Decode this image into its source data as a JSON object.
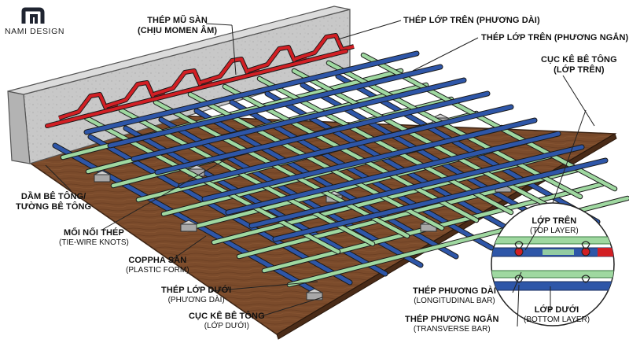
{
  "brand": {
    "name": "NAMI DESIGN",
    "logo_icon": "nami-logo-icon"
  },
  "labels": {
    "steel_cap": {
      "title": "THÉP MŨ SÀN",
      "sub": "(CHỊU MOMEN ÂM)"
    },
    "top_long": {
      "title": "THÉP LỚP TRÊN (PHƯƠNG DÀI)"
    },
    "top_trans": {
      "title": "THÉP LỚP TRÊN (PHƯƠNG NGẮN)"
    },
    "spacer_top": {
      "title": "CỤC KÊ BÊ TÔNG",
      "sub": "(LỚP TRÊN)"
    },
    "beam": {
      "title": "DẦM BÊ TÔNG/",
      "sub": "TƯỜNG BÊ TÔNG"
    },
    "tie": {
      "title": "MỐI NỐI THÉP",
      "sub": "(TIE-WIRE KNOTS)"
    },
    "form": {
      "title": "COPPHA SÀN",
      "sub": "(PLASTIC FORM)"
    },
    "bottom_long": {
      "title": "THÉP LỚP DƯỚI",
      "sub": "(PHƯƠNG DÀI)"
    },
    "spacer_bottom": {
      "title": "CỤC KÊ BÊ TÔNG",
      "sub": "(LỚP DƯỚI)"
    }
  },
  "detail": {
    "top_layer": {
      "title": "LỚP TRÊN",
      "sub": "(TOP LAYER)"
    },
    "long_bar": {
      "title": "THÉP PHƯƠNG DÀI",
      "sub": "(LONGITUDINAL BAR)"
    },
    "bottom_layer": {
      "title": "LỚP DƯỚI",
      "sub": "(BOTTOM LAYER)"
    },
    "trans_bar": {
      "title": "THÉP PHƯƠNG NGẮN",
      "sub": "(TRANSVERSE BAR)"
    }
  },
  "colors": {
    "green_bar": "#9fd8a0",
    "blue_bar": "#2e56a8",
    "red_bar": "#d21f24",
    "form": "#7a4a2a",
    "concrete": "#c9c9c9"
  }
}
